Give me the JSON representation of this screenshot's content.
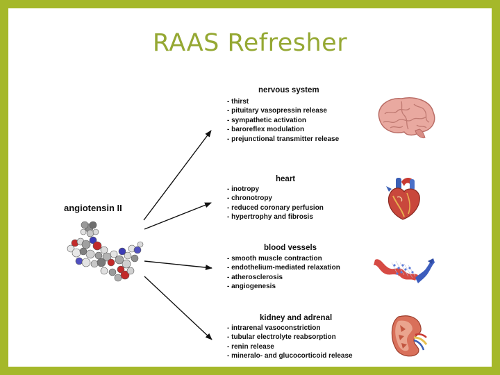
{
  "slide": {
    "title": "RAAS Refresher"
  },
  "center": {
    "label": "angiotensin II",
    "image": "molecule-model"
  },
  "sections": [
    {
      "heading": "nervous system",
      "image": "brain-icon",
      "items": [
        "- thirst",
        "- pituitary vasopressin release",
        "- sympathetic activation",
        "- baroreflex modulation",
        "- prejunctional transmitter release"
      ]
    },
    {
      "heading": "heart",
      "image": "heart-icon",
      "items": [
        "- inotropy",
        "- chronotropy",
        "- reduced coronary perfusion",
        "- hypertrophy and fibrosis"
      ]
    },
    {
      "heading": "blood vessels",
      "image": "blood-vessel-icon",
      "items": [
        "- smooth muscle contraction",
        "- endothelium-mediated relaxation",
        "- atherosclerosis",
        "- angiogenesis"
      ]
    },
    {
      "heading": "kidney and adrenal",
      "image": "kidney-icon",
      "items": [
        "- intrarenal vasoconstriction",
        "- tubular electrolyte reabsorption",
        "- renin release",
        "- mineralo- and glucocorticoid release"
      ]
    }
  ],
  "colors": {
    "frame": "#a5b82a",
    "title": "#95a833",
    "text": "#111111"
  }
}
